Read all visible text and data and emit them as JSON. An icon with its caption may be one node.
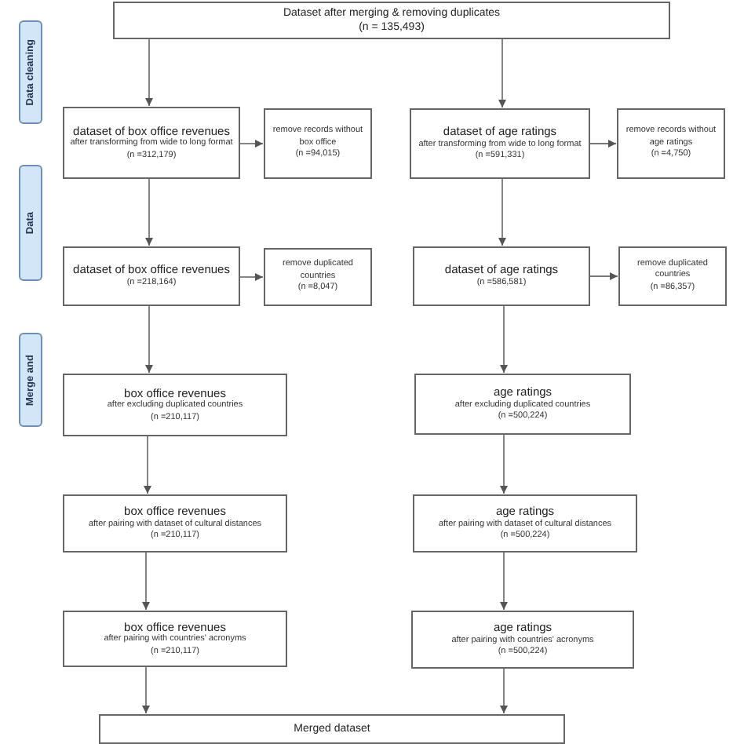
{
  "diagram": {
    "nodes": [
      {
        "text": [
          "Dataset after merging & removing duplicates",
          "(n = 135,493)"
        ]
      },
      {
        "text": [
          "Data cleaning"
        ]
      },
      {
        "text": [
          "dataset of box office revenues",
          "after transforming from wide to long format",
          "(n =312,179)"
        ]
      },
      {
        "text": [
          "remove records without box office",
          "(n =94,015)"
        ]
      },
      {
        "text": [
          "dataset of age ratings",
          "after transforming from wide to long format",
          "(n =591,331)"
        ]
      },
      {
        "text": [
          "remove records without age ratings",
          "(n =4,750)"
        ]
      },
      {
        "text": [
          "Data"
        ]
      },
      {
        "text": [
          "dataset of box office revenues",
          "(n =218,164)"
        ]
      },
      {
        "text": [
          "remove duplicated countries",
          "(n =8,047)"
        ]
      },
      {
        "text": [
          "dataset of age ratings",
          "(n =586,581)"
        ]
      },
      {
        "text": [
          "remove duplicated countries",
          "(n =86,357)"
        ]
      },
      {
        "text": [
          "Merge and"
        ]
      },
      {
        "text": [
          "box office revenues",
          "after excluding duplicated countries",
          "(n =210,117)"
        ]
      },
      {
        "text": [
          "age ratings",
          "after excluding duplicated countries",
          "(n =500,224)"
        ]
      },
      {
        "text": [
          "box office revenues",
          "after pairing with dataset of cultural distances",
          "(n =210,117)"
        ]
      },
      {
        "text": [
          "age ratings",
          "after pairing with dataset of cultural distances",
          "(n =500,224)"
        ]
      },
      {
        "text": [
          "box office revenues",
          "after pairing with countries' acronyms",
          "(n =210,117)"
        ]
      },
      {
        "text": [
          "age ratings",
          "after pairing with countries' acronyms",
          "(n =500,224)"
        ]
      },
      {
        "text": [
          "Merged dataset"
        ]
      }
    ],
    "edges": [
      {
        "from": 0,
        "to": 2,
        "arrow": "to"
      },
      {
        "from": 0,
        "to": 4,
        "arrow": "to"
      },
      {
        "from": 2,
        "to": 3,
        "arrow": "to"
      },
      {
        "from": 4,
        "to": 5,
        "arrow": "to"
      },
      {
        "from": 2,
        "to": 7,
        "arrow": "to"
      },
      {
        "from": 4,
        "to": 9,
        "arrow": "to"
      },
      {
        "from": 7,
        "to": 8,
        "arrow": "to"
      },
      {
        "from": 9,
        "to": 10,
        "arrow": "to"
      },
      {
        "from": 7,
        "to": 12,
        "arrow": "to"
      },
      {
        "from": 9,
        "to": 13,
        "arrow": "to"
      },
      {
        "from": 12,
        "to": 14,
        "arrow": "to"
      },
      {
        "from": 13,
        "to": 15,
        "arrow": "to"
      },
      {
        "from": 14,
        "to": 16,
        "arrow": "to"
      },
      {
        "from": 15,
        "to": 17,
        "arrow": "to"
      },
      {
        "from": 16,
        "to": 18,
        "arrow": "to"
      },
      {
        "from": 17,
        "to": 18,
        "arrow": "to"
      }
    ]
  }
}
